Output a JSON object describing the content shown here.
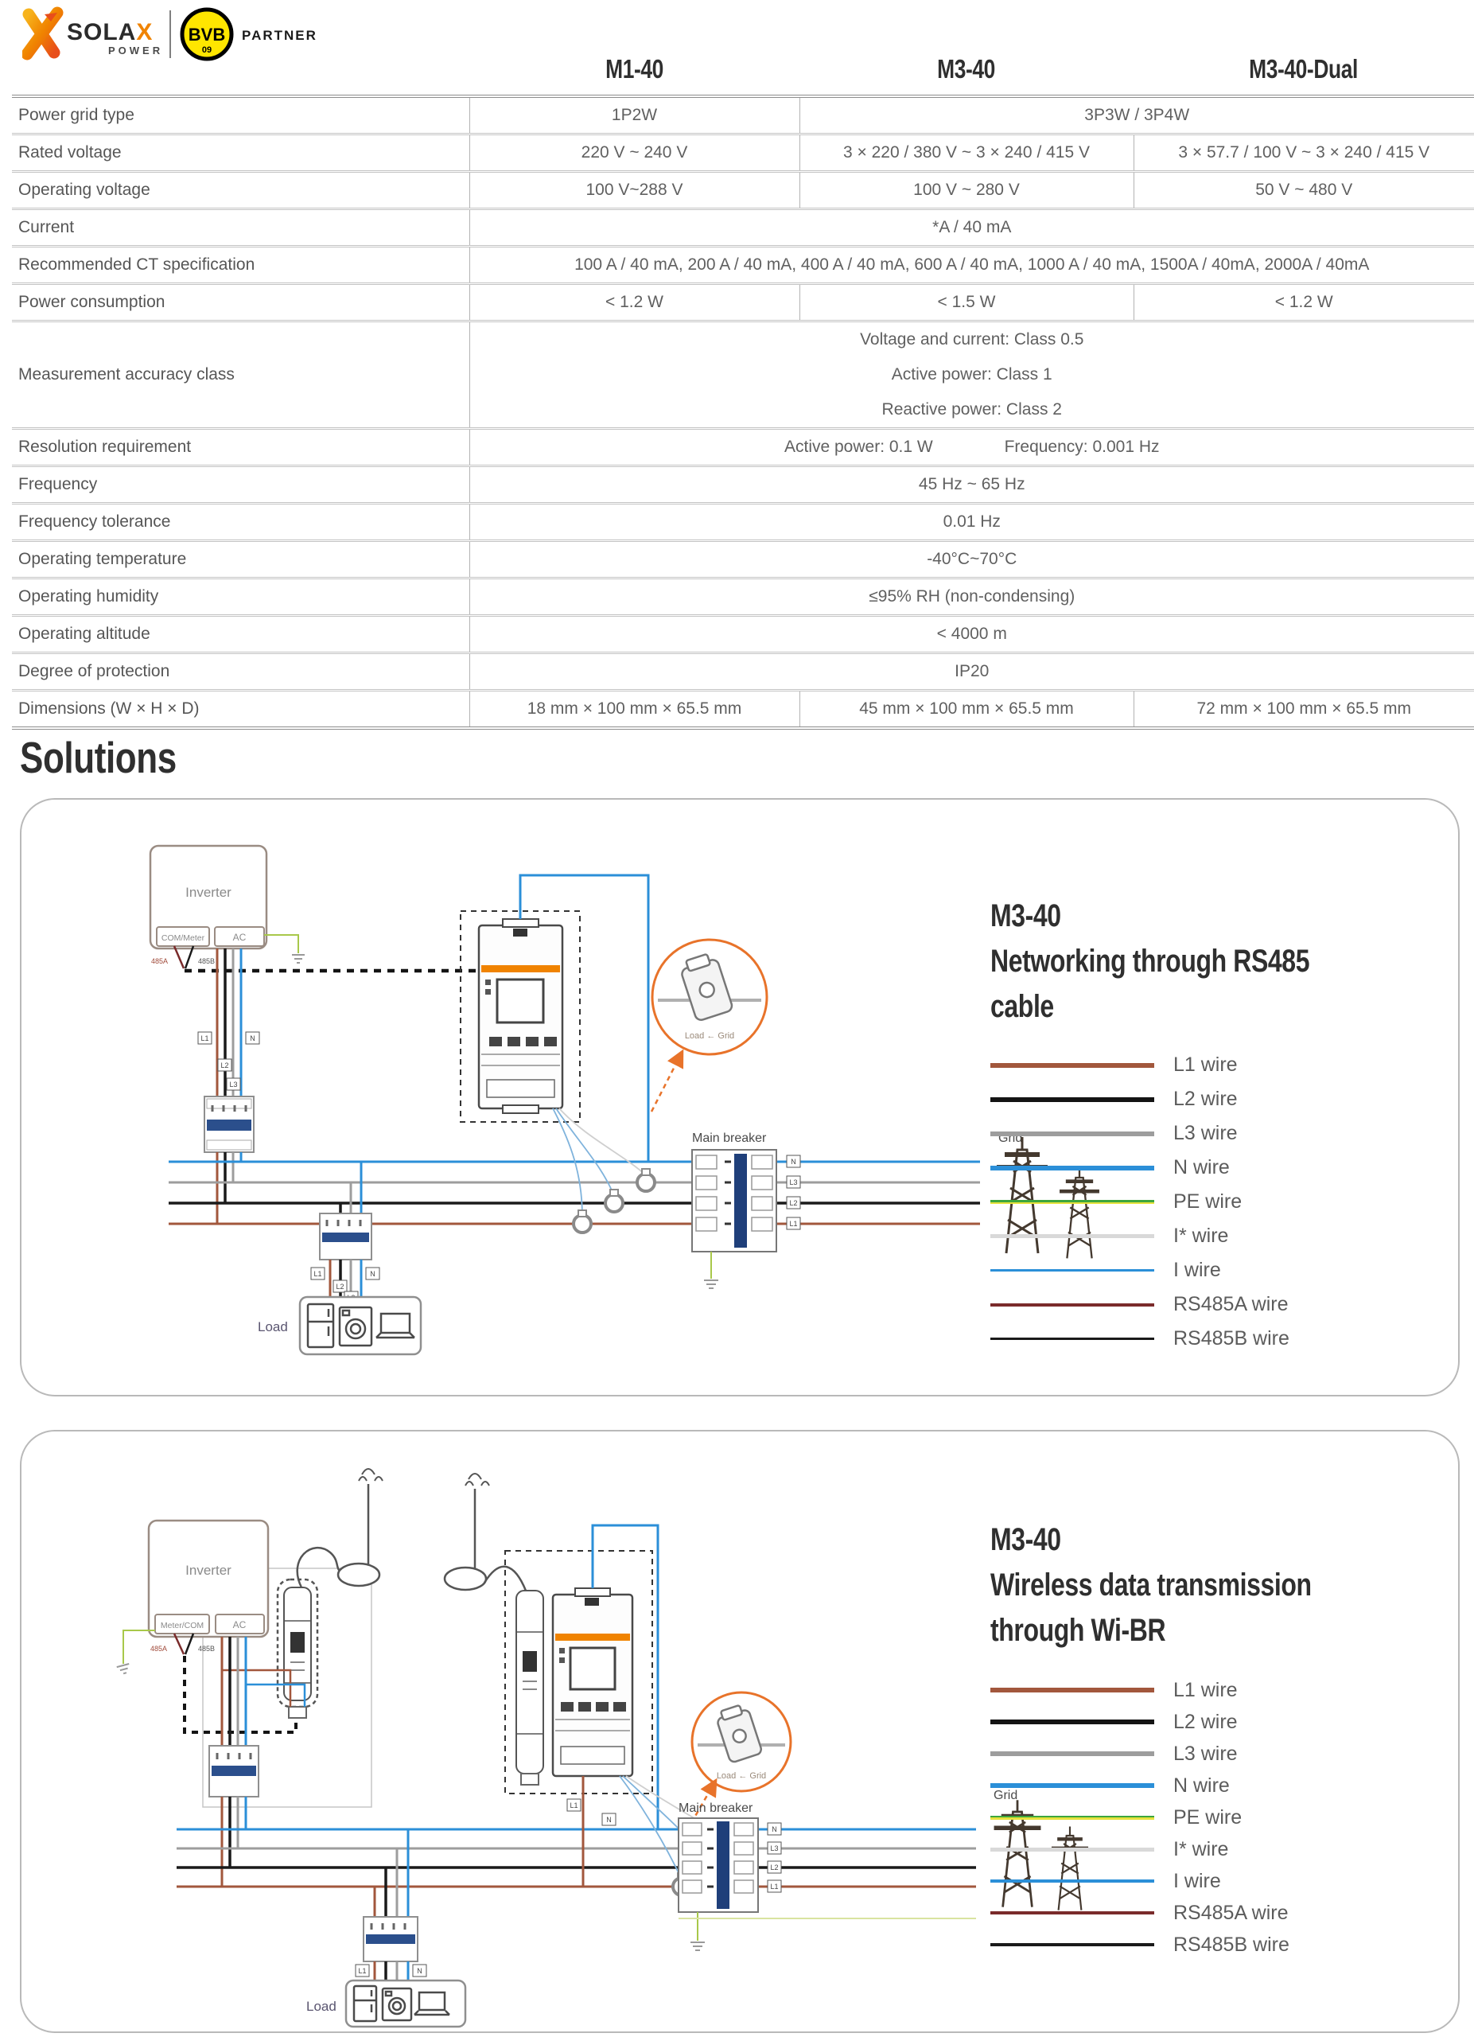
{
  "header": {
    "brand": "SOLA",
    "brand_x": "X",
    "brand_sub": "POWER",
    "bvb": "BVB",
    "bvb_num": "09",
    "partner": "PARTNER"
  },
  "spec_table": {
    "col_headers": [
      "M1-40",
      "M3-40",
      "M3-40-Dual"
    ],
    "rows": [
      {
        "label": "Power grid type",
        "cells": [
          "1P2W",
          "3P3W / 3P4W"
        ]
      },
      {
        "label": "Rated voltage",
        "cells": [
          "220 V ~ 240 V",
          "3 × 220 / 380 V ~ 3 × 240 / 415 V",
          "3 × 57.7 / 100 V ~ 3 × 240 / 415 V"
        ]
      },
      {
        "label": "Operating voltage",
        "cells": [
          "100 V~288 V",
          "100 V ~ 280 V",
          "50 V ~ 480 V"
        ]
      },
      {
        "label": "Current",
        "cells": [
          "*A / 40 mA"
        ]
      },
      {
        "label": "Recommended CT specification",
        "cells": [
          "100 A / 40 mA, 200 A / 40 mA, 400 A / 40 mA, 600 A / 40 mA, 1000 A / 40 mA, 1500A / 40mA, 2000A / 40mA"
        ]
      },
      {
        "label": "Power consumption",
        "cells": [
          "< 1.2 W",
          "< 1.5 W",
          "< 1.2 W"
        ]
      },
      {
        "label": "Measurement accuracy class",
        "lines": [
          "Voltage and current: Class 0.5",
          "Active power: Class 1",
          "Reactive power: Class 2"
        ]
      },
      {
        "label": "Resolution requirement",
        "parts": [
          "Active power: 0.1 W",
          "Frequency: 0.001 Hz"
        ]
      },
      {
        "label": "Frequency",
        "cells": [
          "45 Hz ~ 65 Hz"
        ]
      },
      {
        "label": "Frequency tolerance",
        "cells": [
          "0.01 Hz"
        ]
      },
      {
        "label": "Operating temperature",
        "cells": [
          "-40°C~70°C"
        ]
      },
      {
        "label": "Operating humidity",
        "cells": [
          "≤95% RH  (non-condensing)"
        ]
      },
      {
        "label": "Operating altitude",
        "cells": [
          "< 4000 m"
        ]
      },
      {
        "label": "Degree of protection",
        "cells": [
          "IP20"
        ]
      },
      {
        "label": "Dimensions (W × H × D)",
        "cells": [
          "18 mm × 100 mm × 65.5 mm",
          "45 mm × 100 mm × 65.5 mm",
          "72 mm × 100 mm × 65.5 mm"
        ]
      }
    ]
  },
  "solutions": {
    "heading": "Solutions",
    "wire_legend": [
      {
        "name": "L1 wire",
        "color": "#A2573C"
      },
      {
        "name": "L2 wire",
        "color": "#141414"
      },
      {
        "name": "L3 wire",
        "color": "#9D9D9D"
      },
      {
        "name": "N wire",
        "color": "#2B8FD8"
      },
      {
        "name": "PE wire",
        "color": "#3DA63D",
        "color2": "#E6E23C"
      },
      {
        "name": "I* wire",
        "color": "#D9D9D9"
      },
      {
        "name": "I wire",
        "color": "#2B8FD8"
      },
      {
        "name": "RS485A wire",
        "color": "#7A2B2B"
      },
      {
        "name": "RS485B wire",
        "color": "#1A1A1A"
      }
    ],
    "diagram1": {
      "title_line1": "M3-40",
      "title_line2": "Networking through RS485 cable",
      "labels": {
        "inverter": "Inverter",
        "com_meter": "COM/Meter",
        "ac": "AC",
        "rs485a": "485A",
        "rs485b": "485B",
        "main_breaker": "Main breaker",
        "grid": "Grid",
        "load": "Load",
        "ct_caption": "Load ← Grid"
      }
    },
    "diagram2": {
      "title_line1": "M3-40",
      "title_line2": "Wireless data transmission",
      "title_line3": "through Wi-BR",
      "labels": {
        "inverter": "Inverter",
        "meter_com": "Meter/COM",
        "ac": "AC",
        "rs485a": "485A",
        "rs485b": "485B",
        "main_breaker": "Main breaker",
        "grid": "Grid",
        "load": "Load",
        "ct_caption": "Load ← Grid"
      }
    },
    "tags": {
      "l1": "L1",
      "l2": "L2",
      "l3": "L3",
      "n": "N"
    }
  }
}
